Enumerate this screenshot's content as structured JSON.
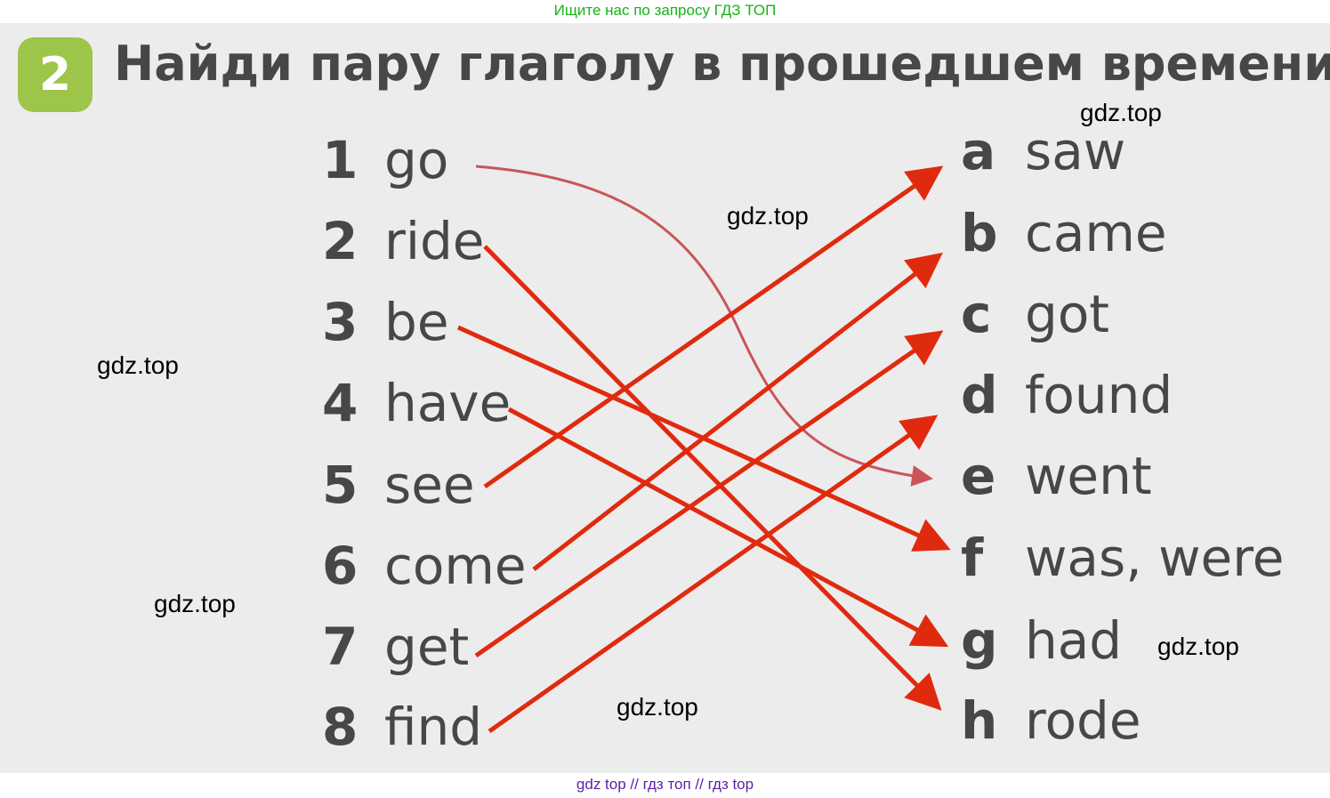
{
  "top_banner": "Ищите нас по запросу ГДЗ ТОП",
  "exercise": {
    "number": "2",
    "title": "Найди пару глаголу в прошедшем времени."
  },
  "present_verbs": [
    {
      "num": "1",
      "word": "go"
    },
    {
      "num": "2",
      "word": "ride"
    },
    {
      "num": "3",
      "word": "be"
    },
    {
      "num": "4",
      "word": "have"
    },
    {
      "num": "5",
      "word": "see"
    },
    {
      "num": "6",
      "word": "come"
    },
    {
      "num": "7",
      "word": "get"
    },
    {
      "num": "8",
      "word": "find"
    }
  ],
  "past_forms": [
    {
      "letter": "a",
      "word": "saw"
    },
    {
      "letter": "b",
      "word": "came"
    },
    {
      "letter": "c",
      "word": "got"
    },
    {
      "letter": "d",
      "word": "found"
    },
    {
      "letter": "e",
      "word": "went"
    },
    {
      "letter": "f",
      "word": "was, were"
    },
    {
      "letter": "g",
      "word": "had"
    },
    {
      "letter": "h",
      "word": "rode"
    }
  ],
  "matches": [
    {
      "from": "1",
      "to": "e",
      "style": "example"
    },
    {
      "from": "2",
      "to": "h",
      "style": "answer"
    },
    {
      "from": "3",
      "to": "f",
      "style": "answer"
    },
    {
      "from": "4",
      "to": "g",
      "style": "answer"
    },
    {
      "from": "5",
      "to": "a",
      "style": "answer"
    },
    {
      "from": "6",
      "to": "b",
      "style": "answer"
    },
    {
      "from": "7",
      "to": "c",
      "style": "answer"
    },
    {
      "from": "8",
      "to": "d",
      "style": "answer"
    }
  ],
  "colors": {
    "answer_arrow": "#e02a0e",
    "example_arrow": "#c9555a",
    "badge": "#9cc54a",
    "text": "#474747",
    "top_banner": "#17b317",
    "bottom_banner": "#5a1fa8"
  },
  "watermarks": [
    "gdz.top",
    "gdz.top",
    "gdz.top",
    "gdz.top",
    "gdz.top",
    "gdz.top"
  ],
  "bottom_banner": "gdz top  //  гдз топ  //  гдз top"
}
